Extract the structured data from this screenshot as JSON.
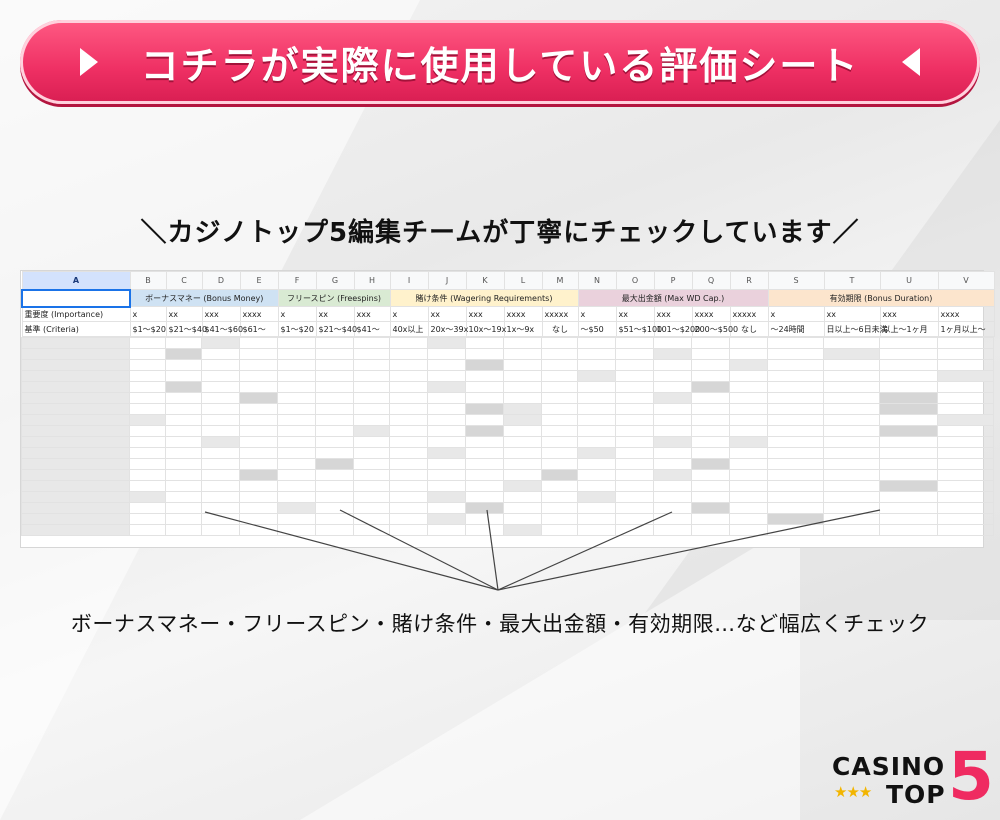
{
  "banner": {
    "title": "コチラが実際に使用している評価シート"
  },
  "subtitle": "＼カジノトップ5編集チームが丁寧にチェックしています／",
  "sheet": {
    "columns": [
      "A",
      "B",
      "C",
      "D",
      "E",
      "F",
      "G",
      "H",
      "I",
      "J",
      "K",
      "L",
      "M",
      "N",
      "O",
      "P",
      "Q",
      "R",
      "S",
      "T",
      "U",
      "V"
    ],
    "categories": [
      {
        "label": "ボーナスマネー (Bonus Money)",
        "span": 4
      },
      {
        "label": "フリースピン (Freespins)",
        "span": 3
      },
      {
        "label": "賭け条件 (Wagering Requirements)",
        "span": 5
      },
      {
        "label": "最大出金額 (Max WD Cap.)",
        "span": 5
      },
      {
        "label": "有効期限 (Bonus Duration)",
        "span": 4
      }
    ],
    "importance_label": "重要度 (Importance)",
    "importance": [
      "x",
      "xx",
      "xxx",
      "xxxx",
      "x",
      "xx",
      "xxx",
      "x",
      "xx",
      "xxx",
      "xxxx",
      "xxxxx",
      "x",
      "xx",
      "xxx",
      "xxxx",
      "xxxxx",
      "x",
      "xx",
      "xxx",
      "xxxx"
    ],
    "criteria_label": "基準 (Criteria)",
    "criteria": [
      "$1〜$20",
      "$21〜$40",
      "$41〜$60",
      "$61〜",
      "$1〜$20",
      "$21〜$40",
      "$41〜",
      "40x以上",
      "20x〜39x",
      "10x〜19x",
      "1x〜9x",
      "なし",
      "〜$50",
      "$51〜$100",
      "101〜$200",
      "200〜$500",
      "なし",
      "〜24時間",
      "日以上〜6日未満",
      "以上〜1ヶ月",
      "1ヶ月以上〜"
    ]
  },
  "caption": "ボーナスマネー・フリースピン・賭け条件・最大出金額・有効期限…など幅広くチェック",
  "logo": {
    "casino": "CASINO",
    "top": "TOP",
    "five": "5",
    "stars": "★★★"
  }
}
